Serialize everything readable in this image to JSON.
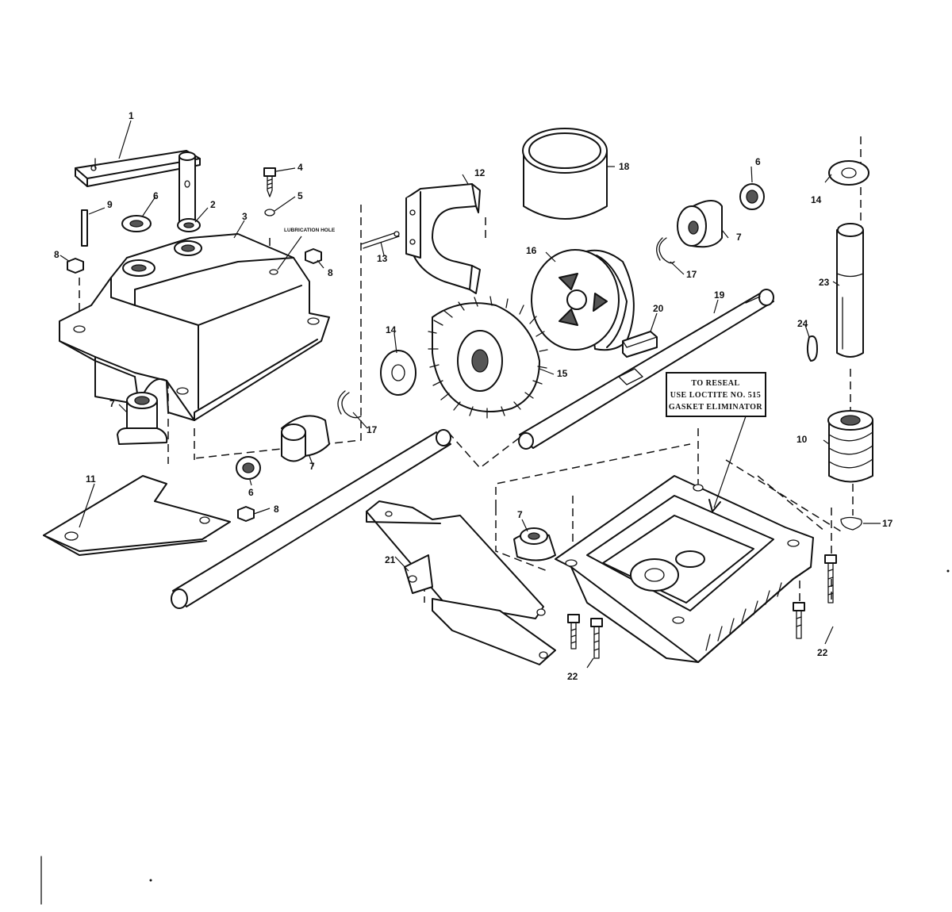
{
  "diagram": {
    "note": {
      "lines": [
        "TO RESEAL",
        "USE LOCTITE  NO. 515",
        "GASKET ELIMINATOR"
      ]
    },
    "lubrication_label": "LUBRICATION HOLE",
    "callouts": {
      "c1": "1",
      "c2": "2",
      "c3": "3",
      "c4": "4",
      "c5": "5",
      "c6a": "6",
      "c6b": "6",
      "c6c": "6",
      "c7a": "7",
      "c7b": "7",
      "c7c": "7",
      "c7d": "7",
      "c8a": "8",
      "c8b": "8",
      "c8c": "8",
      "c9": "9",
      "c10": "10",
      "c11": "11",
      "c12": "12",
      "c13": "13",
      "c14a": "14",
      "c14b": "14",
      "c15": "15",
      "c16": "16",
      "c17a": "17",
      "c17b": "17",
      "c17c": "17",
      "c18": "18",
      "c19": "19",
      "c20": "20",
      "c21": "21",
      "c22a": "22",
      "c22b": "22",
      "c23": "23",
      "c24": "24"
    }
  }
}
